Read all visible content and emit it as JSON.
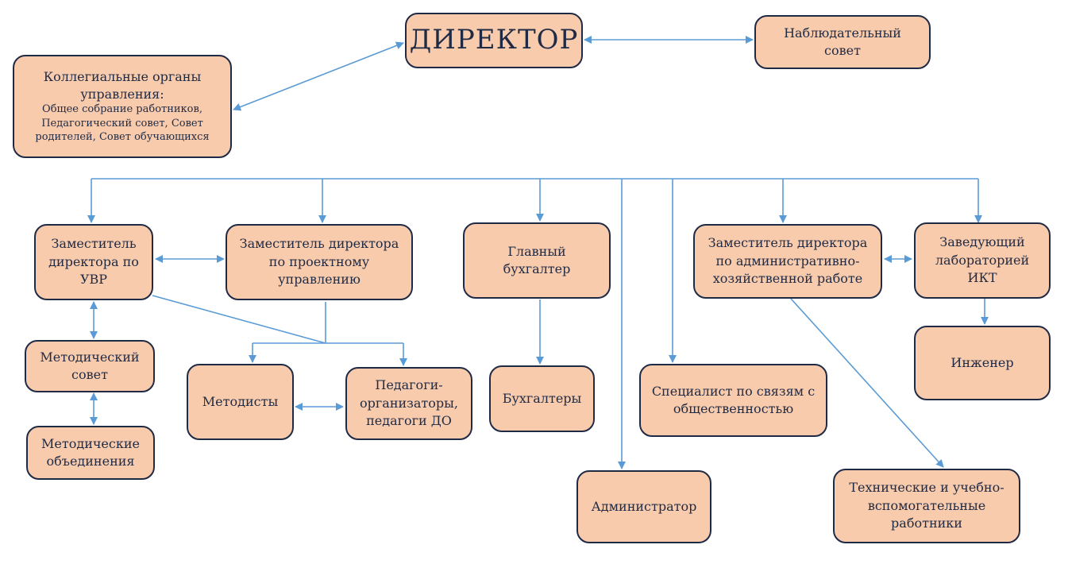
{
  "boxes": {
    "director": "ДИРЕКТОР",
    "supervisory": "Наблюдательный\nсовет",
    "collegial_main": "Коллегиальные органы управления:",
    "collegial_detail": "Общее собрание работников, Педагогический совет, Совет родителей, Совет обучающихся",
    "deputy_uvr": "Заместитель\nдиректора по\nУВР",
    "deputy_project": "Заместитель директора\nпо проектному\nуправлению",
    "chief_accountant": "Главный\nбухгалтер",
    "deputy_admin": "Заместитель директора\nпо административно-\nхозяйственной работе",
    "head_ict": "Заведующий\nлабораторией\nИКТ",
    "method_council": "Методический\nсовет",
    "method_assoc": "Методические\nобъединения",
    "methodists": "Методисты",
    "teacher_org": "Педагоги-\nорганизаторы,\nпедагоги ДО",
    "accountants": "Бухгалтеры",
    "pr_specialist": "Специалист по связям с\nобщественностью",
    "engineer": "Инженер",
    "administrator": "Администратор",
    "tech_staff": "Технические и учебно-\nвспомогательные\nработники"
  },
  "colors": {
    "box_fill": "#f8cbad",
    "box_border": "#1f2a44",
    "connector": "#5b9bd5",
    "text": "#1f2a44"
  }
}
